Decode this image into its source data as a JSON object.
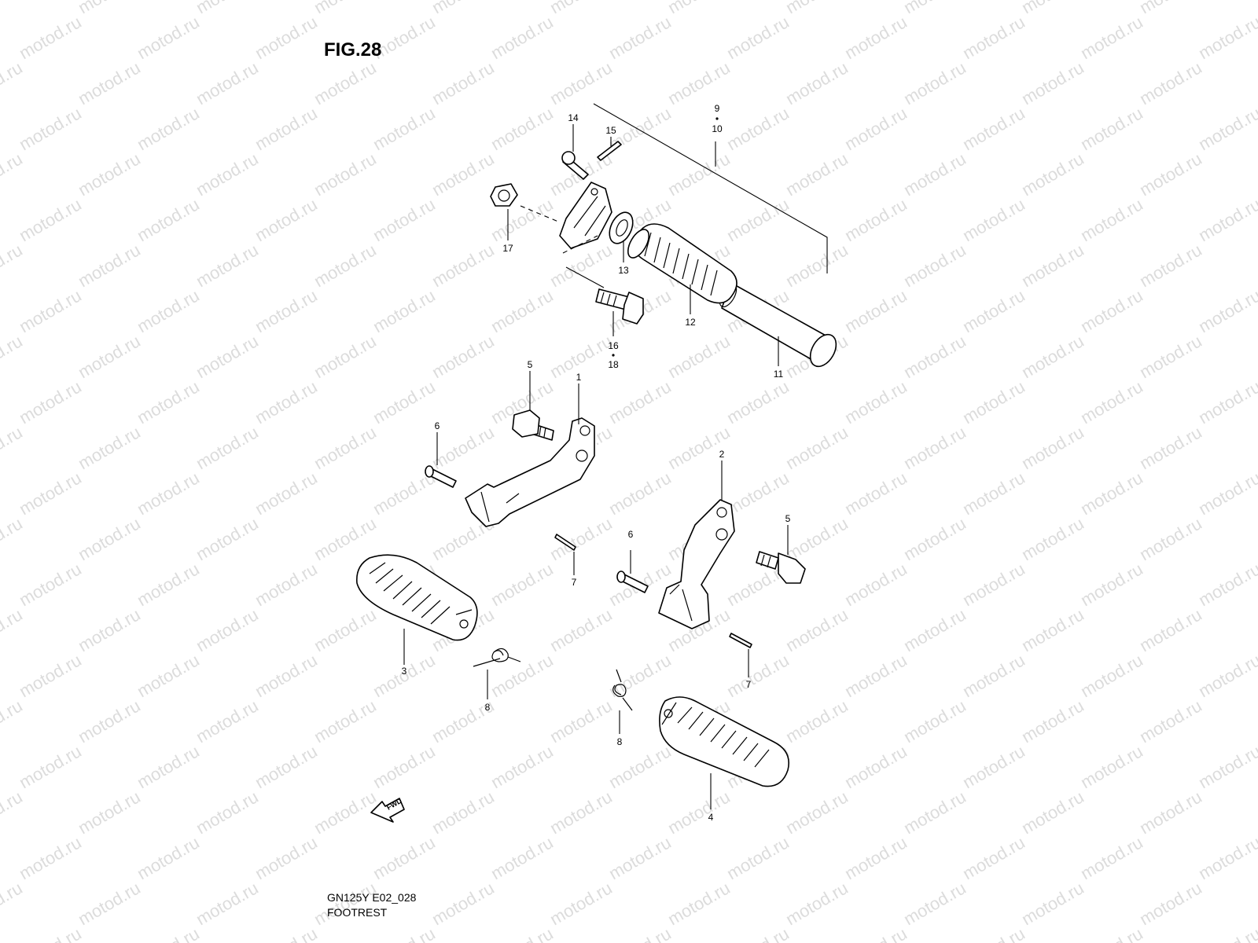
{
  "figure": {
    "title": "FIG.28",
    "model_code": "GN125Y E02_028",
    "section_name": "FOOTREST"
  },
  "watermark": "motod.ru",
  "direction_marker": {
    "label": "FWD",
    "icon": "arrow-left-icon"
  },
  "callouts": {
    "c1": "1",
    "c2": "2",
    "c3": "3",
    "c4": "4",
    "c5a": "5",
    "c5b": "5",
    "c6a": "6",
    "c6b": "6",
    "c7a": "7",
    "c7b": "7",
    "c8a": "8",
    "c8b": "8",
    "c9": "9",
    "c10": "10",
    "c11": "11",
    "c12": "12",
    "c13": "13",
    "c14": "14",
    "c15": "15",
    "c16": "16",
    "c17": "17",
    "c18": "18"
  },
  "colors": {
    "line": "#000000",
    "background": "#ffffff",
    "watermark": "#dcdcdc"
  }
}
